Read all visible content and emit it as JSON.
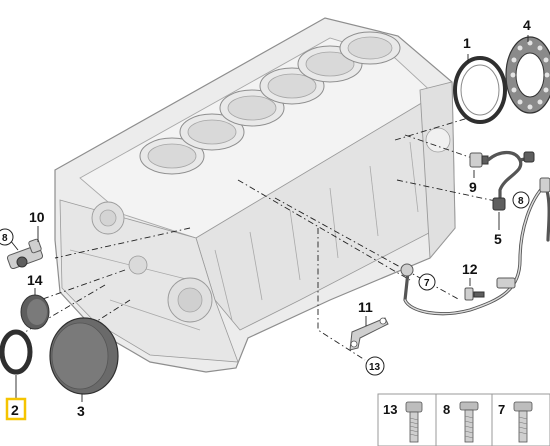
{
  "callouts": {
    "c1": "1",
    "c2": "2",
    "c3": "3",
    "c4": "4",
    "c5": "5",
    "c7": "7",
    "c8a": "8",
    "c8b": "8",
    "c9": "9",
    "c10": "10",
    "c11": "11",
    "c12": "12",
    "c13": "13",
    "c14": "14"
  },
  "legend_table": {
    "cells": [
      "13",
      "8",
      "7"
    ]
  },
  "colors": {
    "highlight": "#f5c400",
    "block_fill": "#ececec",
    "block_stroke": "#8e8e8e"
  }
}
